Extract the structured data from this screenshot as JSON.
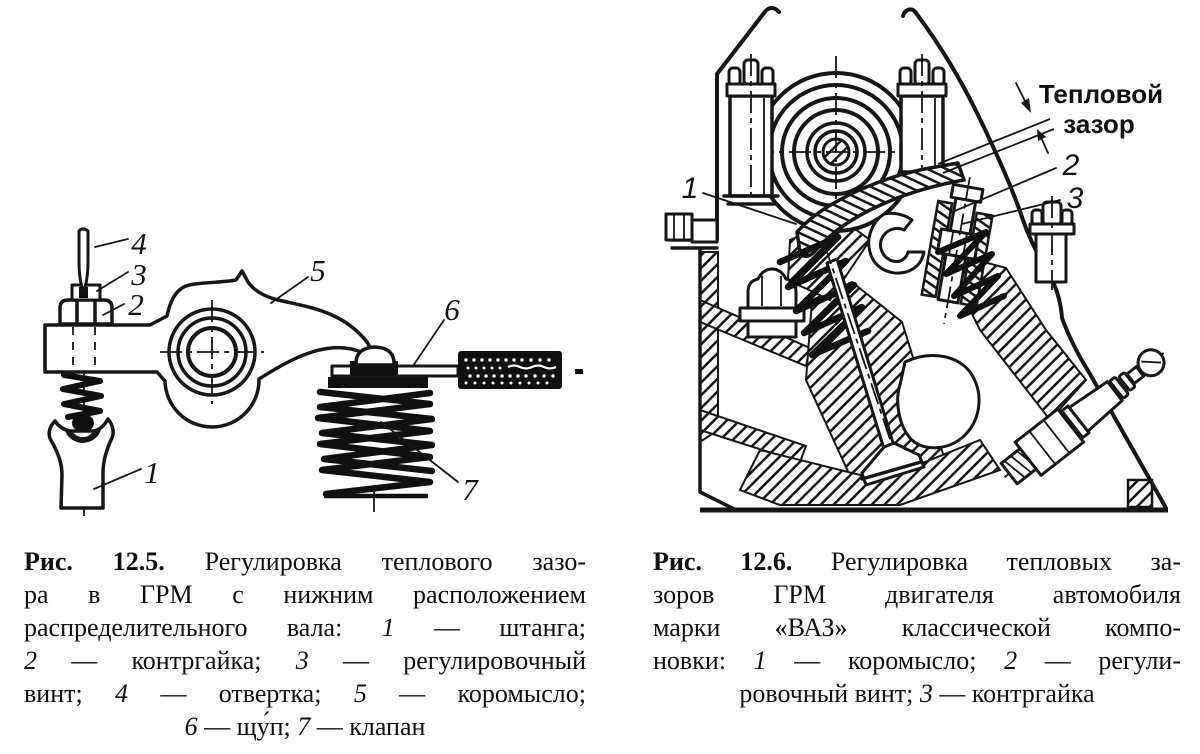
{
  "figure_left": {
    "caption": {
      "l1a": "Рис. 12.5.",
      "l1b": " Регулировка теплового зазо-",
      "l2": "ра в ГРМ с нижним расположением",
      "l3a": "распределительного вала: ",
      "l3b": "1",
      "l3c": " — штанга;",
      "l4a": "2",
      "l4b": " — контргайка; ",
      "l4c": "3",
      "l4d": " — регулировочный",
      "l5a": "винт; ",
      "l5b": "4",
      "l5c": " — отвертка; ",
      "l5d": "5",
      "l5e": " — коромысло;",
      "l6a": "6",
      "l6b": " — щу́п; ",
      "l6c": "7",
      "l6d": " — клапан"
    },
    "callouts": {
      "n1": "1",
      "n2": "2",
      "n3": "3",
      "n4": "4",
      "n5": "5",
      "n6": "6",
      "n7": "7"
    }
  },
  "figure_right": {
    "caption": {
      "l1a": "Рис. 12.6.",
      "l1b": " Регулировка тепловых за-",
      "l2": "зоров ГРМ двигателя автомобиля",
      "l3": "марки «ВАЗ» классической компо-",
      "l4a": "новки: ",
      "l4b": "1",
      "l4c": " — коромысло; ",
      "l4d": "2",
      "l4e": " — регули-",
      "l5a": "ровочный винт; ",
      "l5b": "3",
      "l5c": " — контргайка"
    },
    "gap_label": {
      "line1": "Тепловой",
      "line2": "зазор"
    },
    "callouts": {
      "n1": "1",
      "n2": "2",
      "n3": "3"
    }
  },
  "colors": {
    "ink": "#161616",
    "paper": "#ffffff"
  }
}
